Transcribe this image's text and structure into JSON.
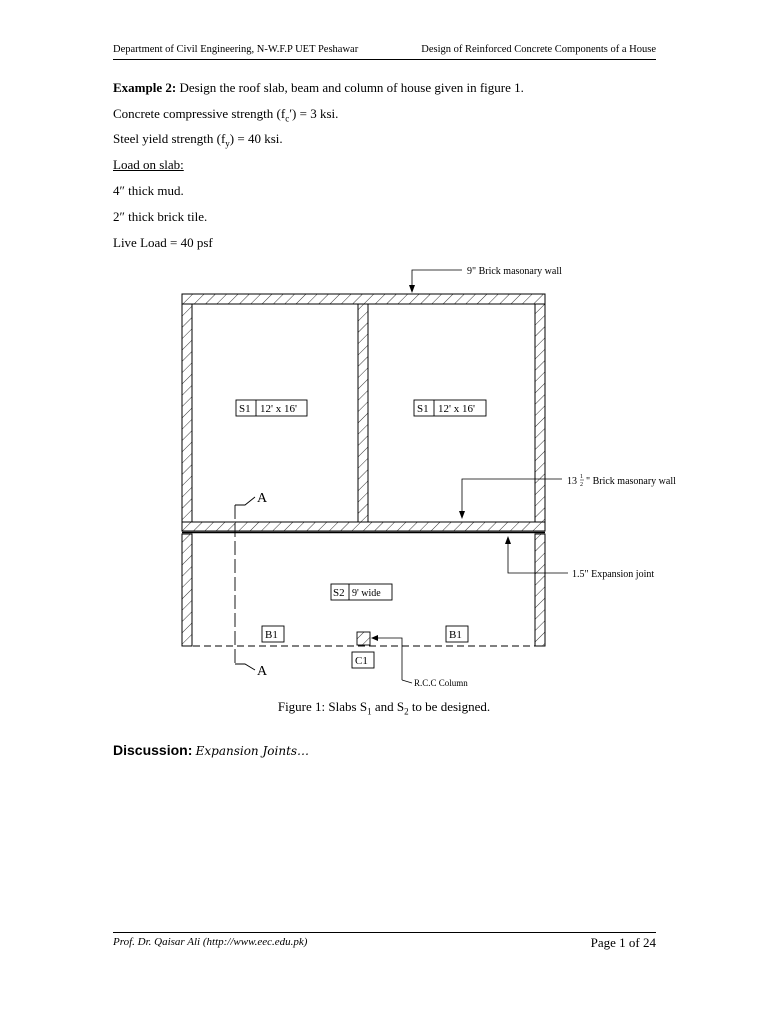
{
  "header": {
    "left": "Department of Civil Engineering, N-W.F.P UET Peshawar",
    "right": "Design of Reinforced Concrete Components of a House"
  },
  "example": {
    "label": "Example 2:",
    "text": "Design the roof slab, beam and column of house given in figure 1.",
    "concrete_prefix": "Concrete compressive strength (f",
    "concrete_sub": "c",
    "concrete_suffix": "′) = 3 ksi.",
    "steel_prefix": "Steel yield strength (f",
    "steel_sub": "y",
    "steel_suffix": ") = 40 ksi.",
    "load_heading": "Load on slab:",
    "load_1": "4″ thick mud.",
    "load_2": "2″ thick brick tile.",
    "live_load": "Live Load = 40 psf"
  },
  "figure": {
    "wall_9": "9\" Brick masonary wall",
    "wall_13_whole": "13",
    "wall_13_num": "1",
    "wall_13_den": "2",
    "wall_13_rest": "\" Brick masonary wall",
    "expansion_joint": "1.5\" Expansion joint",
    "slab_s1_id": "S1",
    "slab_s1_size": "12' x 16'",
    "slab_s2_id": "S2",
    "slab_s2_size": "9' wide",
    "beam_b1": "B1",
    "column_c1": "C1",
    "column_label": "R.C.C Column",
    "section_a": "A"
  },
  "caption": {
    "prefix": "Figure 1: Slabs S",
    "sub1": "1",
    "mid": " and S",
    "sub2": "2",
    "suffix": " to be designed."
  },
  "discussion": {
    "heading": "Discussion:",
    "text": "Expansion Joints…"
  },
  "footer": {
    "author": "Prof. Dr. Qaisar Ali",
    "url": "(http://www.eec.edu.pk)",
    "page": "Page 1 of 24"
  }
}
